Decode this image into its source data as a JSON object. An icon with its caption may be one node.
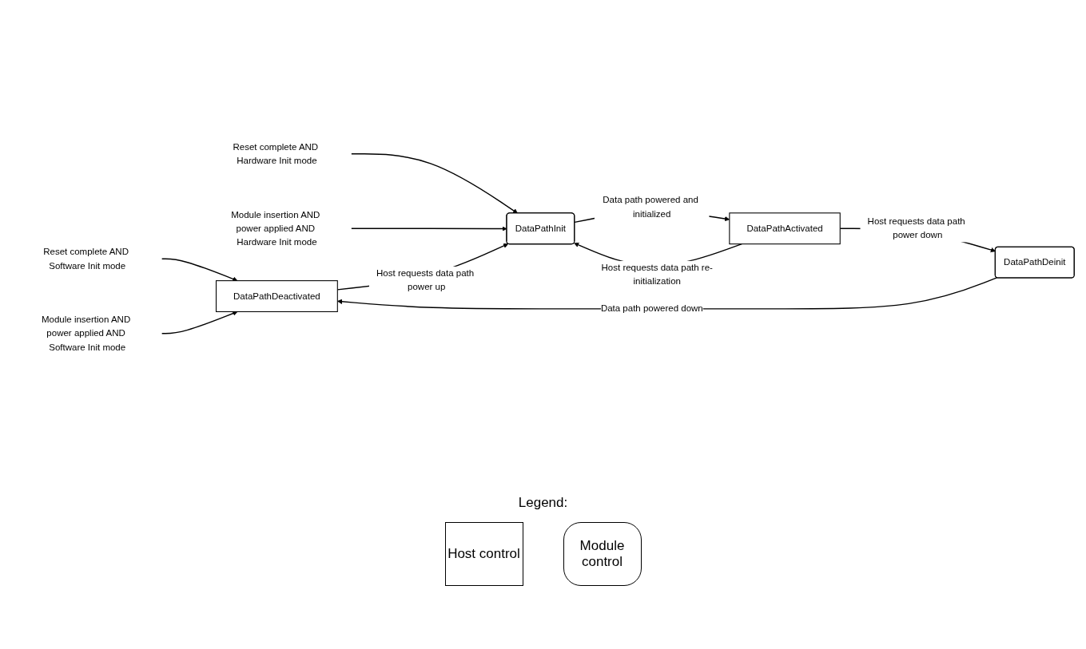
{
  "diagram": {
    "nodes": [
      {
        "text": [
          "Reset complete AND Software Init mode"
        ]
      },
      {
        "text": [
          "Module insertion AND power applied AND Software Init mode"
        ]
      },
      {
        "text": [
          "Reset complete AND Hardware Init mode"
        ]
      },
      {
        "text": [
          "Module insertion AND power applied AND Hardware Init mode"
        ]
      },
      {
        "text": [
          "DataPathDeactivated"
        ]
      },
      {
        "text": [
          "DataPathInit"
        ]
      },
      {
        "text": [
          "DataPathDeinit"
        ]
      },
      {
        "text": [
          "DataPathActivated"
        ]
      }
    ],
    "edges": [
      {
        "from": 0,
        "to": 4,
        "arrow": "to"
      },
      {
        "from": 1,
        "to": 4,
        "arrow": "to"
      },
      {
        "from": 2,
        "to": 5,
        "arrow": "to"
      },
      {
        "from": 3,
        "to": 5,
        "arrow": "to"
      },
      {
        "from": 4,
        "to": 5,
        "arrow": "to",
        "label": "Host requests data path power up"
      },
      {
        "from": 5,
        "to": 7,
        "arrow": "to",
        "label": "Data path powered and initialized"
      },
      {
        "from": 7,
        "to": 6,
        "arrow": "to",
        "label": "Host requests data path power down"
      },
      {
        "from": 6,
        "to": 4,
        "arrow": "to",
        "label": "Data path powered down"
      },
      {
        "from": 7,
        "to": 5,
        "arrow": "to",
        "label": "Host requests data path re-initialization"
      }
    ],
    "labels": [
      "Legend:"
    ],
    "legend": [
      {
        "text": "Host control"
      },
      {
        "text": "Module control"
      }
    ]
  }
}
